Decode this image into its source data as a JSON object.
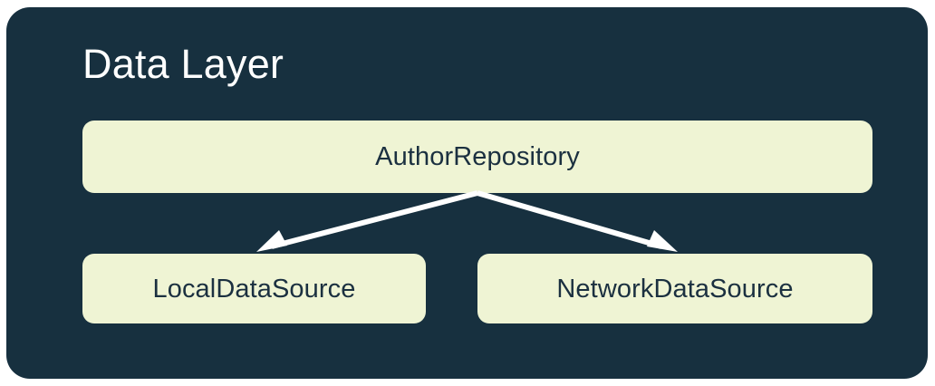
{
  "diagram": {
    "type": "architecture-layer-diagram",
    "title": "Data Layer",
    "colors": {
      "panel_background": "#17303F",
      "page_background": "#FFFFFF",
      "node_background": "#EFF4D4",
      "node_text": "#1B3040",
      "title_text": "#FFFFFF",
      "arrow": "#FFFFFF"
    },
    "nodes": [
      {
        "id": "repository",
        "label": "AuthorRepository",
        "row": "top"
      },
      {
        "id": "local",
        "label": "LocalDataSource",
        "row": "bottom"
      },
      {
        "id": "network",
        "label": "NetworkDataSource",
        "row": "bottom"
      }
    ],
    "edges": [
      {
        "from": "AuthorRepository",
        "to": "LocalDataSource",
        "style": "solid-arrow"
      },
      {
        "from": "AuthorRepository",
        "to": "NetworkDataSource",
        "style": "solid-arrow"
      }
    ]
  }
}
